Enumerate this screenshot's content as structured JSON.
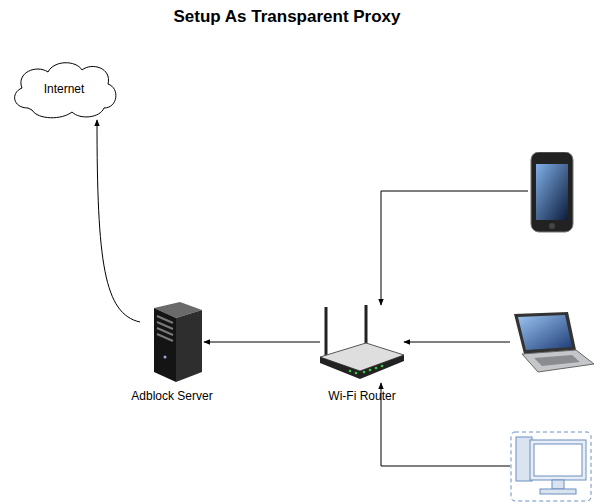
{
  "diagram": {
    "title": "Setup As Transparent Proxy",
    "nodes": [
      {
        "text": [
          "Internet"
        ]
      },
      {
        "text": [
          "Adblock Server"
        ]
      },
      {
        "text": [
          "Wi-Fi Router"
        ]
      },
      {
        "text": []
      },
      {
        "text": []
      },
      {
        "text": []
      }
    ],
    "edges": [
      {
        "from": 3,
        "to": 2,
        "arrow": "to"
      },
      {
        "from": 4,
        "to": 2,
        "arrow": "to"
      },
      {
        "from": 5,
        "to": 2,
        "arrow": "to"
      },
      {
        "from": 2,
        "to": 1,
        "arrow": "to"
      },
      {
        "from": 1,
        "to": 0,
        "arrow": "to"
      }
    ]
  }
}
